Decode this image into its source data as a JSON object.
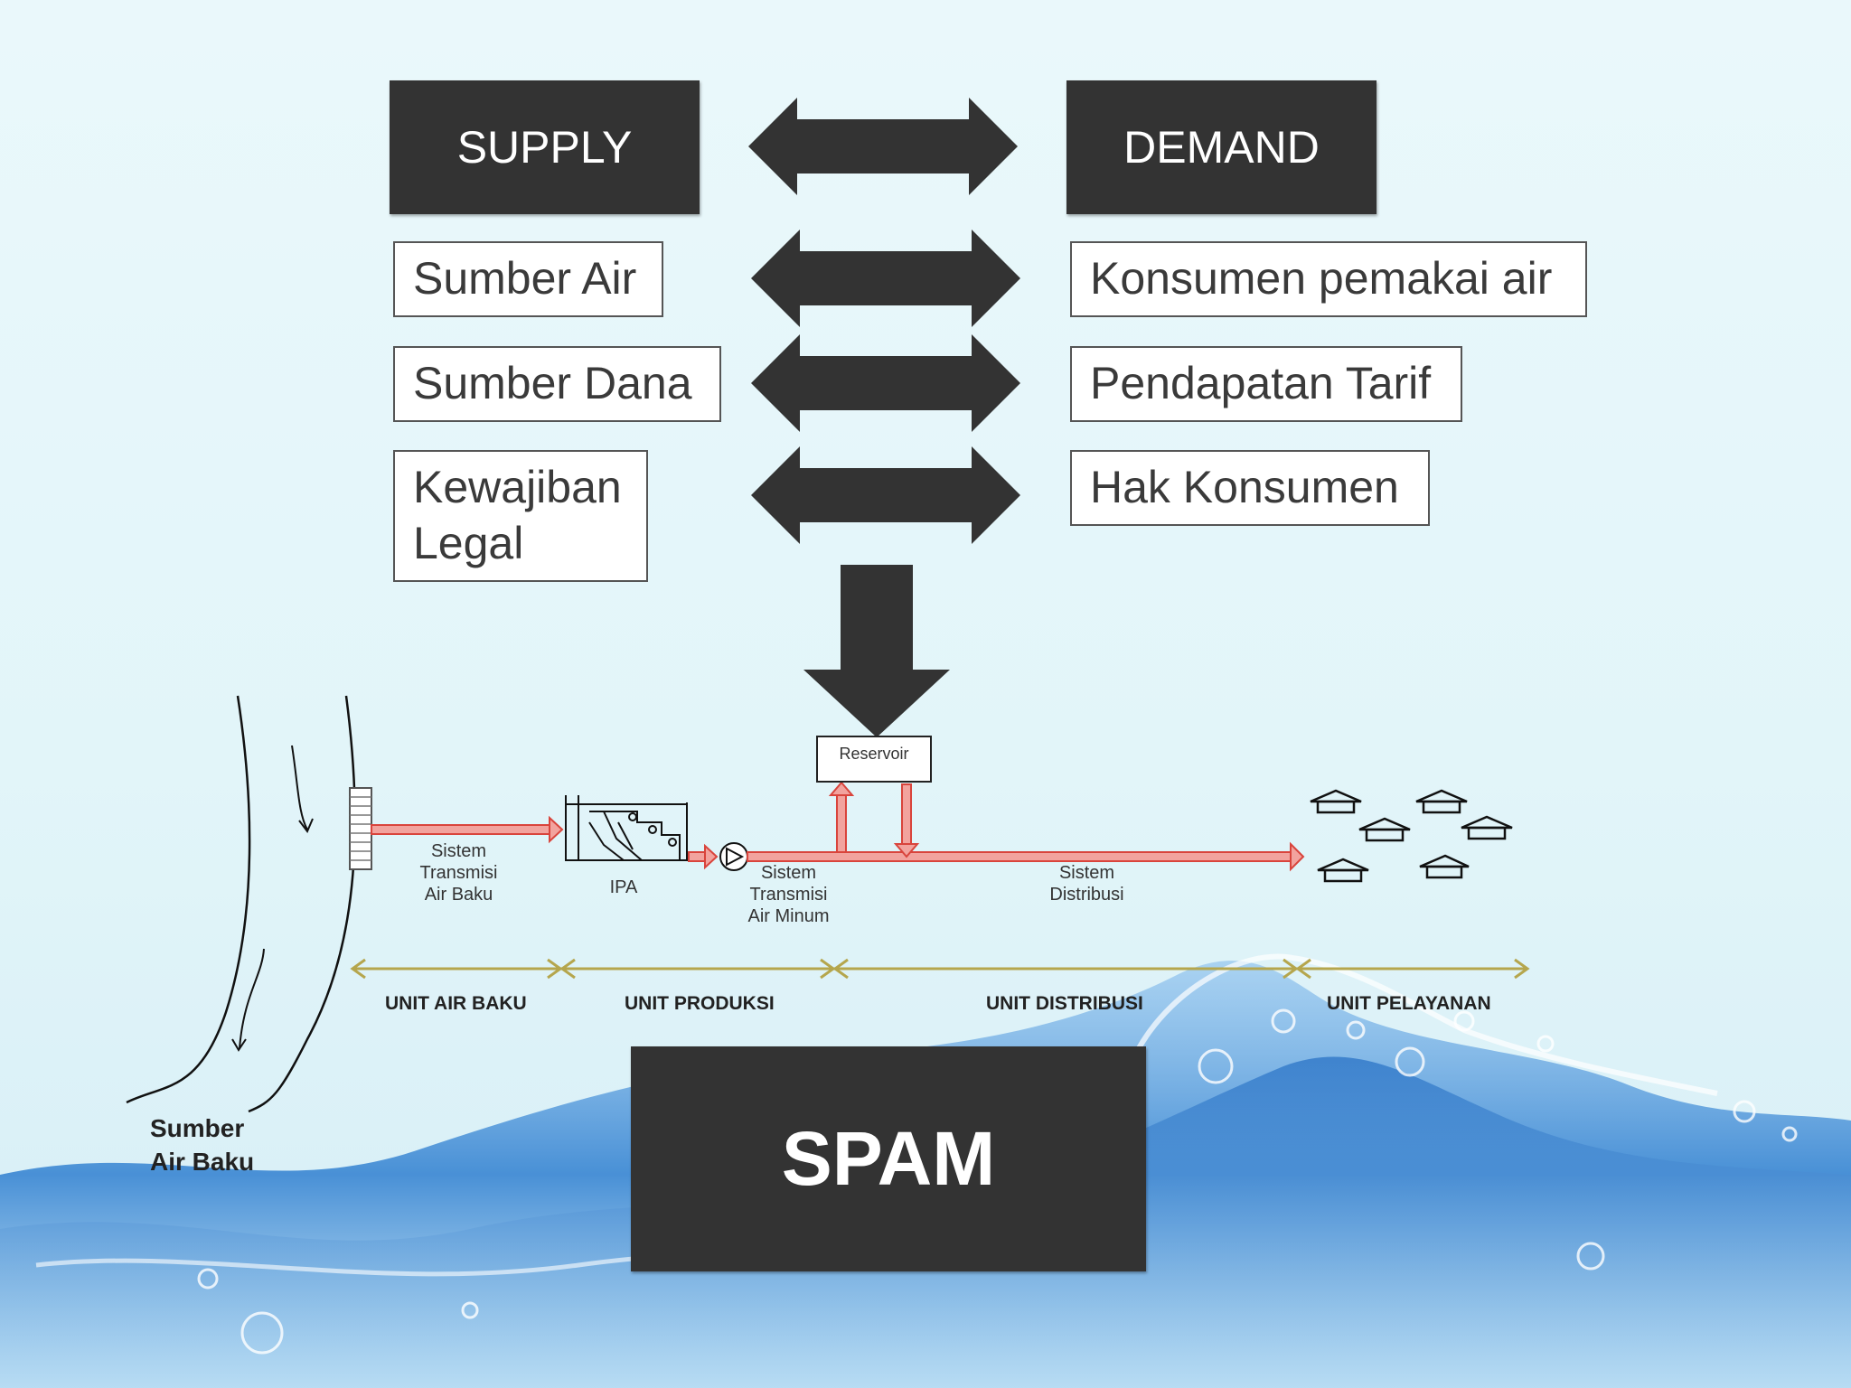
{
  "header": {
    "supply": "SUPPLY",
    "demand": "DEMAND"
  },
  "supply_items": [
    "Sumber Air",
    "Sumber Dana",
    "Kewajiban Legal"
  ],
  "demand_items": [
    "Konsumen pemakai air",
    "Pendapatan Tarif",
    "Hak Konsumen"
  ],
  "scheme": {
    "reservoir": "Reservoir",
    "transmisi_air_baku": "Sistem Transmisi Air Baku",
    "ipa": "IPA",
    "transmisi_air_minum": "Sistem Transmisi Air Minum",
    "distribusi": "Sistem Distribusi",
    "sumber_air_baku": "Sumber Air Baku"
  },
  "units": [
    "UNIT AIR BAKU",
    "UNIT PRODUKSI",
    "UNIT DISTRIBUSI",
    "UNIT PELAYANAN"
  ],
  "result": "SPAM",
  "colors": {
    "box_dark": "#333333",
    "pipe": "#e8625a",
    "unit_arrow": "#b5a64d",
    "water": "#2f7fd0"
  }
}
